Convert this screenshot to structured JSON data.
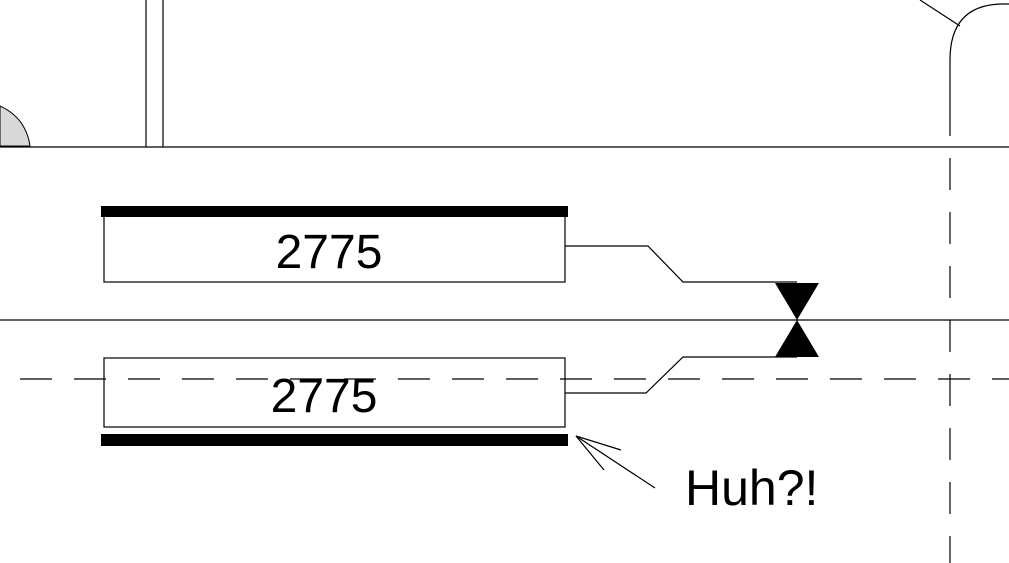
{
  "tags": [
    {
      "label": "2775"
    },
    {
      "label": "2775"
    }
  ],
  "annotation": {
    "text": "Huh?!"
  },
  "colors": {
    "line": "#000000",
    "background": "#ffffff",
    "fill_gray": "#d9d9d9"
  }
}
